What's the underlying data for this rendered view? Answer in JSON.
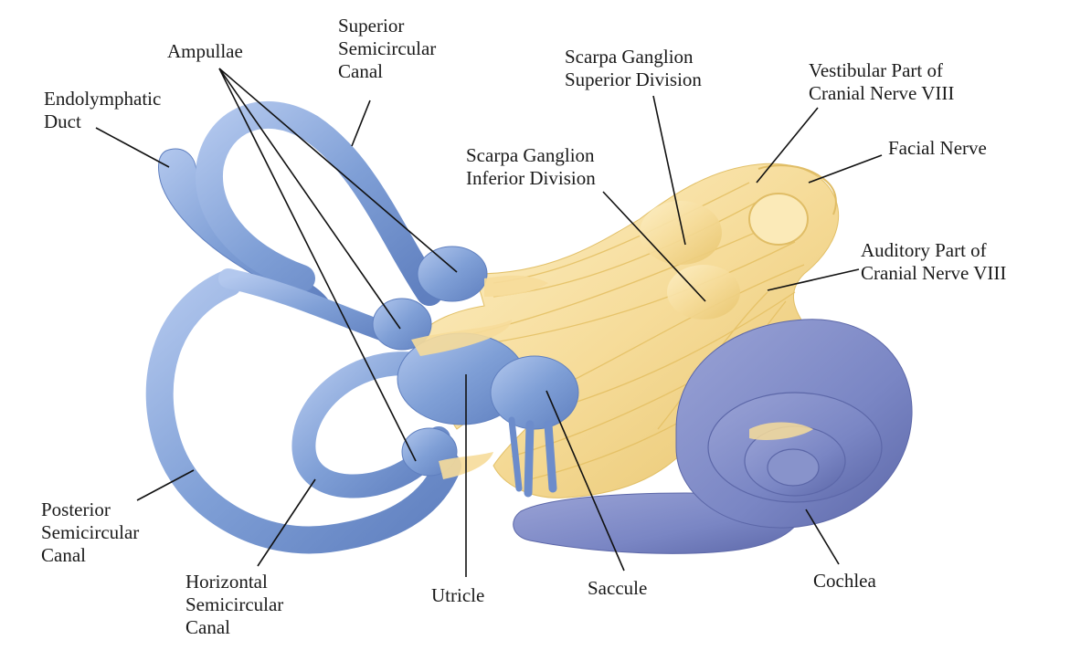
{
  "labels": {
    "ampullae": "Ampullae",
    "superior_canal": [
      "Superior",
      "Semicircular",
      "Canal"
    ],
    "endolymphatic_duct": [
      "Endolymphatic",
      "Duct"
    ],
    "scarpa_superior": [
      "Scarpa Ganglion",
      "Superior Division"
    ],
    "scarpa_inferior": [
      "Scarpa Ganglion",
      "Inferior Division"
    ],
    "vestibular_part": [
      "Vestibular Part of",
      "Cranial Nerve VIII"
    ],
    "facial_nerve": "Facial Nerve",
    "auditory_part": [
      "Auditory Part of",
      "Cranial Nerve VIII"
    ],
    "posterior_canal": [
      "Posterior",
      "Semicircular",
      "Canal"
    ],
    "horizontal_canal": [
      "Horizontal",
      "Semicircular",
      "Canal"
    ],
    "utricle": "Utricle",
    "saccule": "Saccule",
    "cochlea": "Cochlea"
  },
  "colors": {
    "labyrinth_blue": "#7f9fd6",
    "labyrinth_shadow": "#5f7fbf",
    "labyrinth_highlight": "#b3c8ee",
    "cochlea_blue": "#7a86c4",
    "cochlea_shadow": "#5c67a8",
    "nerve_yellow": "#f6dc9a",
    "nerve_shadow": "#e7c46c",
    "nerve_highlight": "#fdf0c8",
    "leader_line": "#111111",
    "text": "#1a1a1a"
  }
}
